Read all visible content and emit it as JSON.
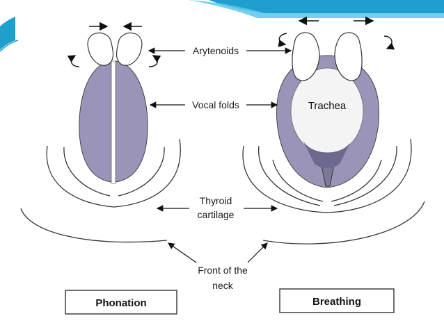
{
  "theme": {
    "accent": "#1e9fce",
    "accent_light": "#5cc6ea",
    "fold_fill": "#9a95b8",
    "background": "#ffffff"
  },
  "labels": {
    "arytenoids": "Arytenoids",
    "vocal_folds": "Vocal folds",
    "thyroid_line1": "Thyroid",
    "thyroid_line2": "cartilage",
    "front_line1": "Front of the",
    "front_line2": "neck",
    "trachea": "Trachea"
  },
  "captions": {
    "left": "Phonation",
    "right": "Breathing"
  }
}
